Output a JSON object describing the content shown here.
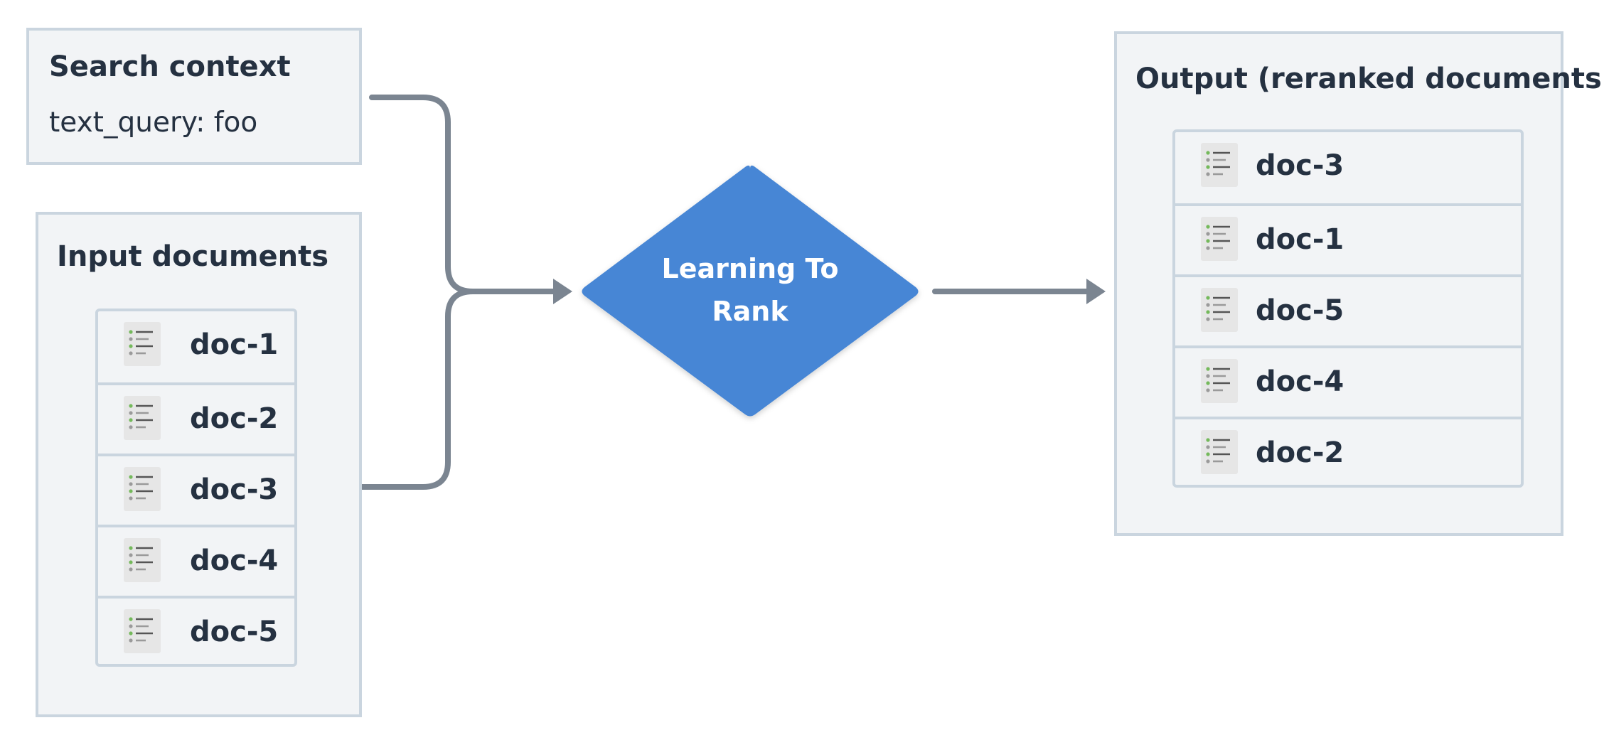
{
  "search_context": {
    "title": "Search context",
    "query": "text_query: foo"
  },
  "input_documents": {
    "title": "Input documents",
    "items": [
      "doc-1",
      "doc-2",
      "doc-3",
      "doc-4",
      "doc-5"
    ]
  },
  "ranker": {
    "label": "Learning To Rank",
    "color": "#4686d5"
  },
  "output": {
    "title": "Output (reranked documents)",
    "items": [
      "doc-3",
      "doc-1",
      "doc-5",
      "doc-4",
      "doc-2"
    ]
  },
  "colors": {
    "connector": "#7b8591",
    "panel_border": "#cad5df",
    "panel_fill": "#f2f4f6",
    "text": "#253141",
    "icon_accent": "#74b95b"
  },
  "icons": {
    "document": "document-list-icon"
  }
}
